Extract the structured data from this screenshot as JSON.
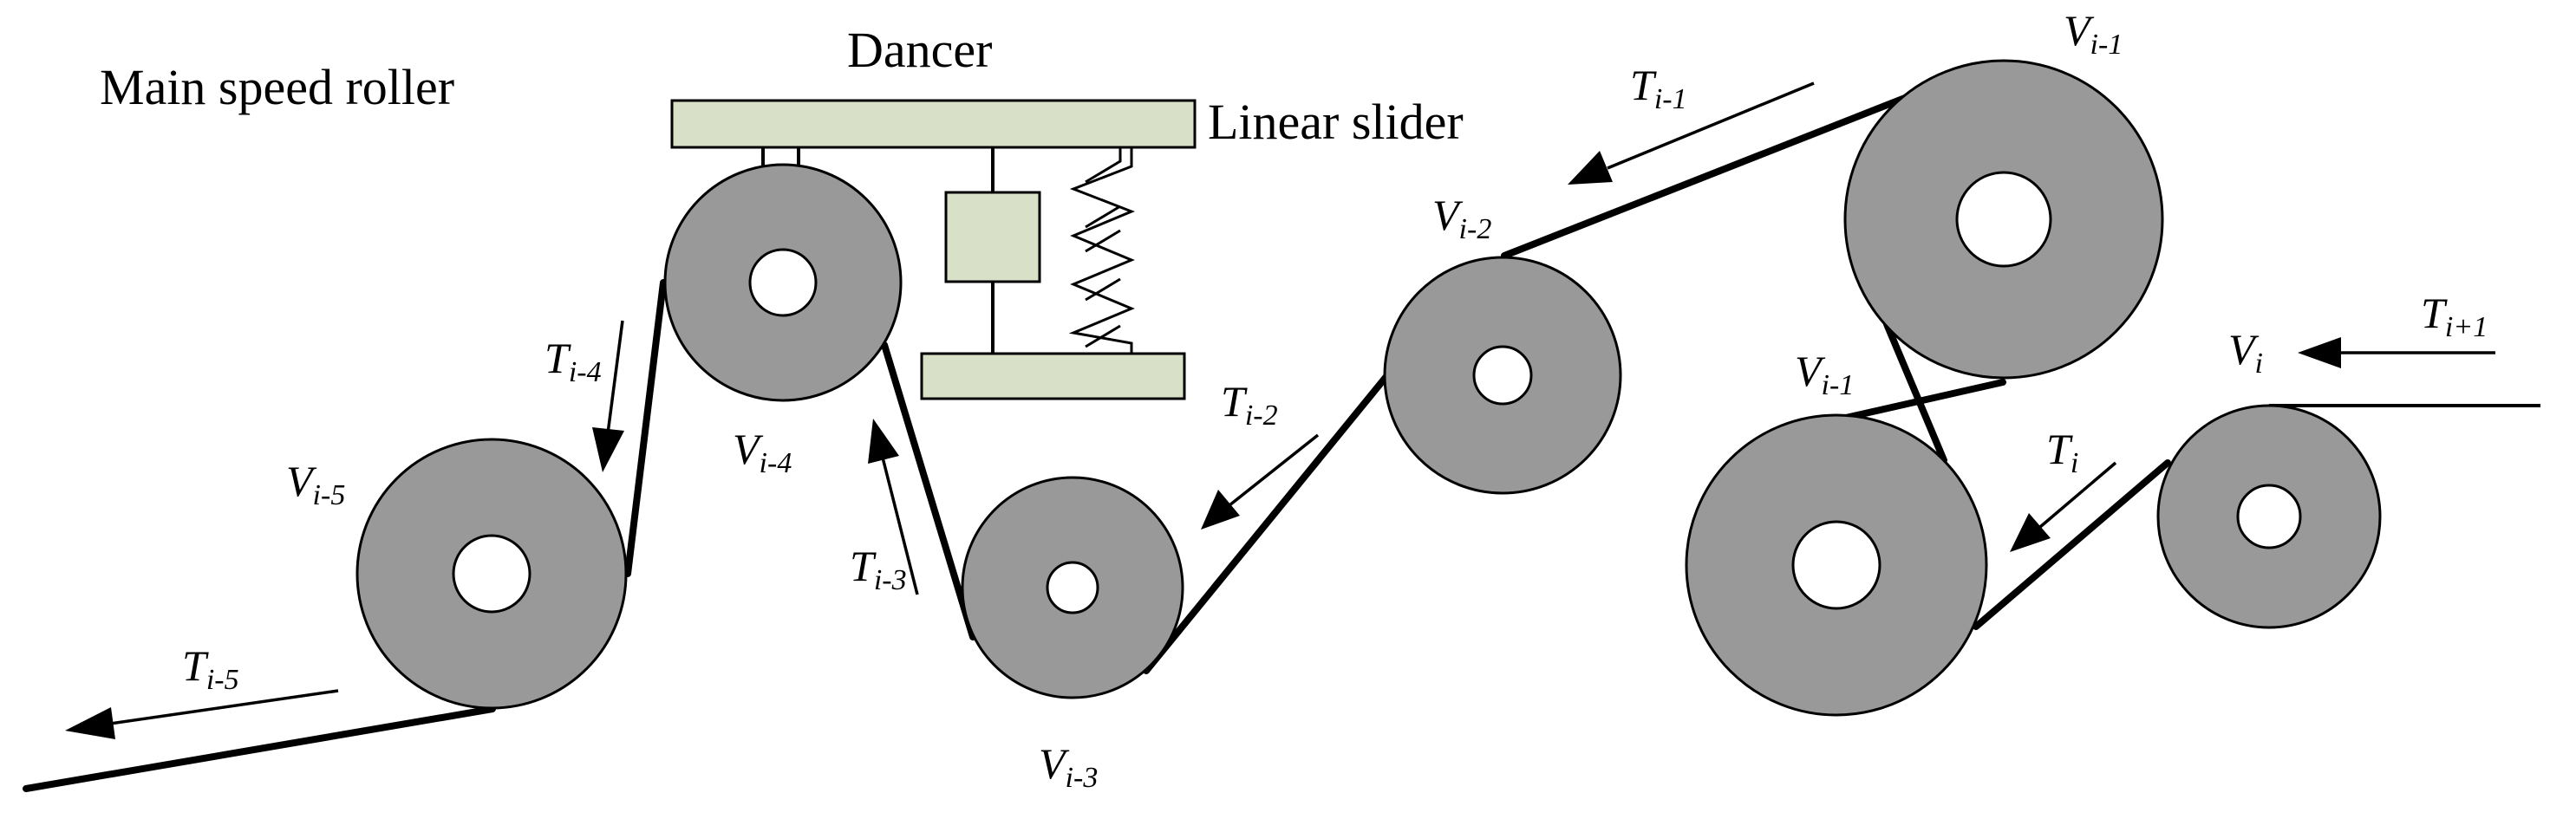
{
  "labels": {
    "main_speed_roller": "Main speed roller",
    "dancer": "Dancer",
    "linear_slider": "Linear slider"
  },
  "speeds": {
    "v_i": {
      "base": "V",
      "sub": "i"
    },
    "v_i_minus_1_top": {
      "base": "V",
      "sub": "i-1"
    },
    "v_i_minus_1_bottom": {
      "base": "V",
      "sub": "i-1"
    },
    "v_i_minus_2": {
      "base": "V",
      "sub": "i-2"
    },
    "v_i_minus_3": {
      "base": "V",
      "sub": "i-3"
    },
    "v_i_minus_4": {
      "base": "V",
      "sub": "i-4"
    },
    "v_i_minus_5": {
      "base": "V",
      "sub": "i-5"
    }
  },
  "tensions": {
    "t_i_plus_1": {
      "base": "T",
      "sub": "i+1"
    },
    "t_i": {
      "base": "T",
      "sub": "i"
    },
    "t_i_minus_1": {
      "base": "T",
      "sub": "i-1"
    },
    "t_i_minus_2": {
      "base": "T",
      "sub": "i-2"
    },
    "t_i_minus_3": {
      "base": "T",
      "sub": "i-3"
    },
    "t_i_minus_4": {
      "base": "T",
      "sub": "i-4"
    },
    "t_i_minus_5": {
      "base": "T",
      "sub": "i-5"
    }
  },
  "colors": {
    "roller_fill": "#999999",
    "plate_fill": "#d9e0c8",
    "line": "#000000",
    "background": "#ffffff"
  }
}
